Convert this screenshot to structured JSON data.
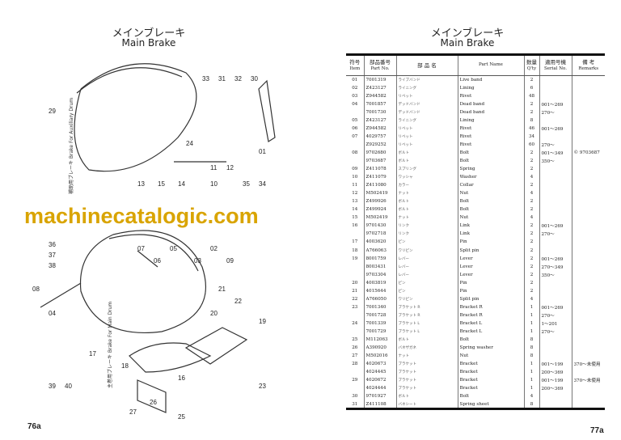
{
  "left_page": {
    "title_jp": "メインブレーキ",
    "title_en": "Main Brake",
    "page_number": "76a",
    "side_labels": [
      "補助用ブレーキ Brake For Auxiliary Drum",
      "主巻用ブレーキ Brake For Main Drum"
    ],
    "callouts": [
      "29",
      "33",
      "31",
      "32",
      "30",
      "24",
      "13",
      "15",
      "11",
      "12",
      "10",
      "14",
      "35",
      "34",
      "01",
      "02",
      "03",
      "05",
      "06",
      "07",
      "09",
      "36",
      "37",
      "38",
      "08",
      "04",
      "21",
      "22",
      "20",
      "19",
      "17",
      "18",
      "16",
      "39",
      "40",
      "27",
      "26",
      "25",
      "23"
    ]
  },
  "right_page": {
    "title_jp": "メインブレーキ",
    "title_en": "Main Brake",
    "page_number": "77a",
    "headers": [
      {
        "jp": "符号",
        "en": "Item"
      },
      {
        "jp": "部品番号",
        "en": "Part No."
      },
      {
        "jp": "部 品 名",
        "en": ""
      },
      {
        "jp": "",
        "en": "Part Name"
      },
      {
        "jp": "数量",
        "en": "Q'ty"
      },
      {
        "jp": "適用号機",
        "en": "Serial No."
      },
      {
        "jp": "備 考",
        "en": "Remarks"
      }
    ],
    "rows": [
      [
        "01",
        "7001319",
        "ライブバンド",
        "Live band",
        "2",
        "",
        ""
      ],
      [
        "02",
        "Z423127",
        "ライニング",
        "Lining",
        "6",
        "",
        ""
      ],
      [
        "03",
        "Z944582",
        "リベット",
        "Rivet",
        "48",
        "",
        ""
      ],
      [
        "04",
        "7001857",
        "デッドバンド",
        "Dead band",
        "2",
        "001～269",
        ""
      ],
      [
        "",
        "7001730",
        "デッドバンド",
        "Dead band",
        "2",
        "270～",
        ""
      ],
      [
        "05",
        "Z423127",
        "ライニング",
        "Lining",
        "8",
        "",
        ""
      ],
      [
        "06",
        "Z944582",
        "リベット",
        "Rivet",
        "46",
        "001～269",
        ""
      ],
      [
        "07",
        "4029757",
        "リベット",
        "Rivet",
        "34",
        "",
        ""
      ],
      [
        "",
        "Z929252",
        "リベット",
        "Rivet",
        "60",
        "270～",
        ""
      ],
      [
        "08",
        "9702680",
        "ボルト",
        "Bolt",
        "2",
        "001～349",
        "© 9703687"
      ],
      [
        "",
        "9703687",
        "ボルト",
        "Bolt",
        "2",
        "350～",
        ""
      ],
      [
        "09",
        "Z411078",
        "スプリング",
        "Spring",
        "2",
        "",
        ""
      ],
      [
        "10",
        "Z411079",
        "ワッシャ",
        "Washer",
        "4",
        "",
        ""
      ],
      [
        "11",
        "Z411080",
        "カラー",
        "Collar",
        "2",
        "",
        ""
      ],
      [
        "12",
        "M502419",
        "ナット",
        "Nut",
        "4",
        "",
        ""
      ],
      [
        "13",
        "Z499926",
        "ボルト",
        "Bolt",
        "2",
        "",
        ""
      ],
      [
        "14",
        "Z499924",
        "ボルト",
        "Bolt",
        "2",
        "",
        ""
      ],
      [
        "15",
        "M502419",
        "ナット",
        "Nut",
        "4",
        "",
        ""
      ],
      [
        "16",
        "9701430",
        "リンク",
        "Link",
        "2",
        "001～269",
        ""
      ],
      [
        "",
        "9702718",
        "リンク",
        "Link",
        "2",
        "270～",
        ""
      ],
      [
        "17",
        "4003620",
        "ピン",
        "Pin",
        "2",
        "",
        ""
      ],
      [
        "18",
        "A766063",
        "ワリピン",
        "Split pin",
        "2",
        "",
        ""
      ],
      [
        "19",
        "8001759",
        "レバー",
        "Lever",
        "2",
        "001～269",
        ""
      ],
      [
        "",
        "8003431",
        "レバー",
        "Lever",
        "2",
        "270～349",
        ""
      ],
      [
        "",
        "9703304",
        "レバー",
        "Lever",
        "2",
        "350～",
        ""
      ],
      [
        "20",
        "4003819",
        "ピン",
        "Pin",
        "2",
        "",
        ""
      ],
      [
        "21",
        "4015644",
        "ピン",
        "Pin",
        "2",
        "",
        ""
      ],
      [
        "22",
        "A766050",
        "ワリピン",
        "Split pin",
        "4",
        "",
        ""
      ],
      [
        "23",
        "7001340",
        "ブラケット R",
        "Bracket R",
        "1",
        "001～269",
        ""
      ],
      [
        "",
        "7001728",
        "ブラケット R",
        "Bracket R",
        "1",
        "270～",
        ""
      ],
      [
        "24",
        "7001339",
        "ブラケット L",
        "Bracket L",
        "1",
        "1～201",
        ""
      ],
      [
        "",
        "7001729",
        "ブラケット L",
        "Bracket L",
        "1",
        "270～",
        ""
      ],
      [
        "25",
        "M112063",
        "ボルト",
        "Bolt",
        "8",
        "",
        ""
      ],
      [
        "26",
        "A390920",
        "バネザガネ",
        "Spring washer",
        "8",
        "",
        ""
      ],
      [
        "27",
        "M502016",
        "ナット",
        "Nut",
        "8",
        "",
        ""
      ],
      [
        "28",
        "4020673",
        "ブラケット",
        "Bracket",
        "1",
        "001～199",
        "370～未使用"
      ],
      [
        "",
        "4024445",
        "ブラケット",
        "Bracket",
        "1",
        "200～369",
        ""
      ],
      [
        "29",
        "4020672",
        "ブラケット",
        "Bracket",
        "1",
        "001～199",
        "370～未使用"
      ],
      [
        "",
        "4024444",
        "ブラケット",
        "Bracket",
        "1",
        "200～369",
        ""
      ],
      [
        "30",
        "9701927",
        "ボルト",
        "Bolt",
        "4",
        "",
        ""
      ],
      [
        "31",
        "Z411108",
        "バネシート",
        "Spring sheet",
        "8",
        "",
        ""
      ]
    ]
  },
  "watermark": "machinecatalogic.com"
}
